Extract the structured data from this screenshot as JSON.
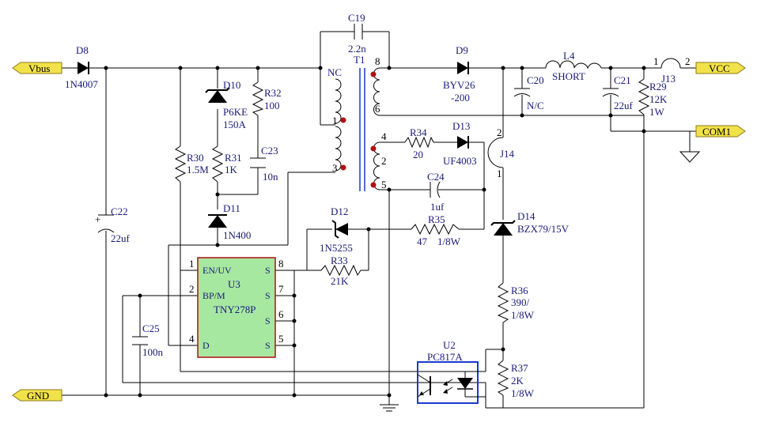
{
  "colors": {
    "label": "#1a1a7a",
    "wire": "#000000",
    "ic_fill": "#a6e8a0",
    "ic_border": "#b01010",
    "port_fill": "#f2e24a",
    "opto_border": "#1a3ad0",
    "dot": "#b01010"
  },
  "ports": {
    "vbus": "Vbus",
    "gnd": "GND",
    "vcc": "VCC",
    "com1": "COM1"
  },
  "d8": {
    "ref": "D8",
    "val": "1N4007"
  },
  "d10": {
    "ref": "D10",
    "val1": "P6KE",
    "val2": "150A"
  },
  "r32": {
    "ref": "R32",
    "val": "100"
  },
  "r30": {
    "ref": "R30",
    "val": "1.5M"
  },
  "r31": {
    "ref": "R31",
    "val": "1K"
  },
  "c23": {
    "ref": "C23",
    "val": "10n"
  },
  "d11": {
    "ref": "D11",
    "val": "1N400"
  },
  "c22": {
    "ref": "C22",
    "val": "22uf"
  },
  "c19": {
    "ref": "C19",
    "val": "2.2n"
  },
  "t1": {
    "ref": "T1",
    "nc": "NC",
    "p1": "1",
    "p3": "3",
    "p8": "8",
    "p6": "6",
    "p4": "4",
    "p2": "2",
    "p5": "5"
  },
  "d9": {
    "ref": "D9",
    "val1": "BYV26",
    "val2": "-200"
  },
  "l4": {
    "ref": "L4",
    "val": "SHORT"
  },
  "c20": {
    "ref": "C20",
    "val": "N/C"
  },
  "c21": {
    "ref": "C21",
    "val": "22uf"
  },
  "j13": {
    "ref": "J13",
    "p1": "1",
    "p2": "2"
  },
  "r29": {
    "ref": "R29",
    "val1": "12K",
    "val2": "1W"
  },
  "r34": {
    "ref": "R34",
    "val": "20"
  },
  "d13": {
    "ref": "D13",
    "val": "UF4003"
  },
  "c24": {
    "ref": "C24",
    "val": "1uf"
  },
  "r35": {
    "ref": "R35",
    "val1": "47",
    "val2": "1/8W"
  },
  "d12": {
    "ref": "D12",
    "val": "1N5255"
  },
  "r33": {
    "ref": "R33",
    "val": "21K"
  },
  "j14": {
    "ref": "J14",
    "p2": "2",
    "p1": "1"
  },
  "d14": {
    "ref": "D14",
    "val": "BZX79/15V"
  },
  "r36": {
    "ref": "R36",
    "val1": "390/",
    "val2": "1/8W"
  },
  "r37": {
    "ref": "R37",
    "val1": "2K",
    "val2": "1/8W"
  },
  "u2": {
    "ref": "U2",
    "val": "PC817A"
  },
  "u3": {
    "ref": "U3",
    "val": "TNY278P",
    "pin_en": "EN/UV",
    "pin_bp": "BP/M",
    "pin_d": "D",
    "pin_s": "S",
    "n1": "1",
    "n2": "2",
    "n4": "4",
    "n5": "5",
    "n6": "6",
    "n7": "7",
    "n8": "8"
  },
  "c25": {
    "ref": "C25",
    "val": "100n"
  }
}
